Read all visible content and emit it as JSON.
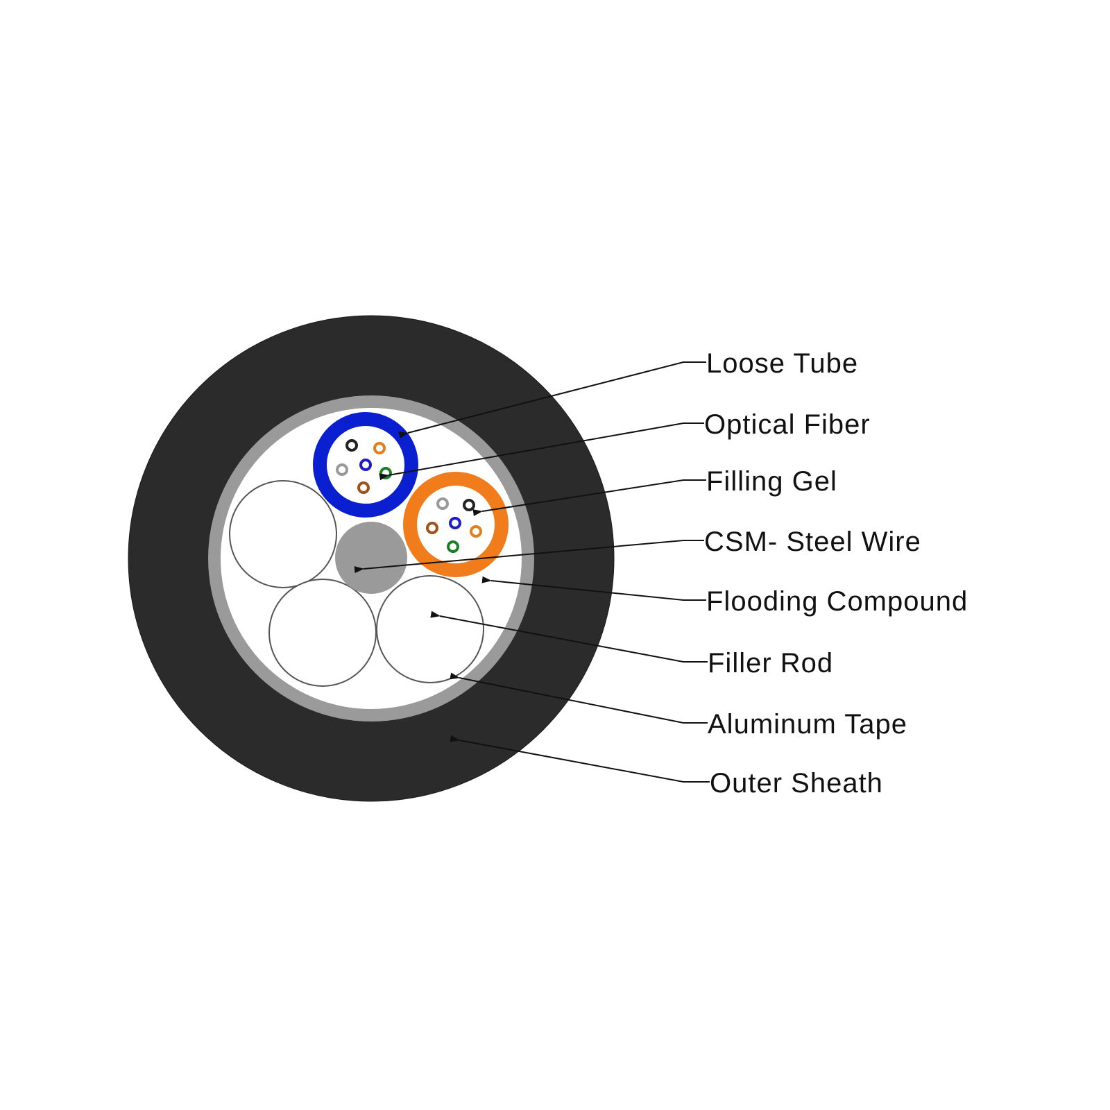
{
  "diagram": {
    "colors": {
      "background": "#ffffff",
      "outer_sheath": "#2b2b2b",
      "aluminum_tape": "#9a9a9a",
      "flooding_compound": "#ffffff",
      "steel_wire": "#9a9a9a",
      "tube_1": "#0a1fd0",
      "tube_2": "#f07c1c",
      "line": "#111111"
    },
    "fiber_colors": [
      "#222222",
      "#e0801a",
      "#999999",
      "#1c1cc8",
      "#1e7f2a",
      "#a0521a"
    ],
    "labels": [
      {
        "id": "loose-tube",
        "text": "Loose Tube"
      },
      {
        "id": "optical-fiber",
        "text": "Optical Fiber"
      },
      {
        "id": "filling-gel",
        "text": "Filling Gel"
      },
      {
        "id": "csm-steel-wire",
        "text": "CSM- Steel Wire"
      },
      {
        "id": "flooding-compound",
        "text": "Flooding Compound"
      },
      {
        "id": "filler-rod",
        "text": "Filler Rod"
      },
      {
        "id": "aluminum-tape",
        "text": "Aluminum Tape"
      },
      {
        "id": "outer-sheath",
        "text": "Outer Sheath"
      }
    ]
  }
}
